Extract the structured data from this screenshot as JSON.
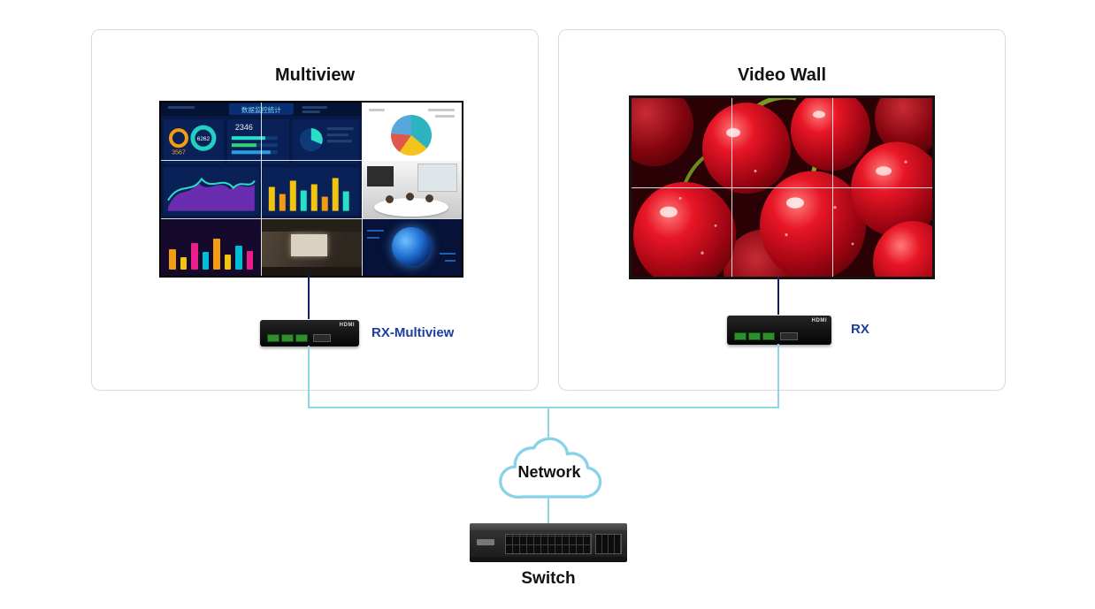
{
  "diagram": {
    "panels": {
      "multiview": {
        "title": "Multiview",
        "device_label": "RX-Multiview",
        "screen": {
          "dashboard_title": "数据监控统计",
          "stat1": "3567",
          "stat2": "6262",
          "stat3": "2346"
        }
      },
      "videowall": {
        "title": "Video Wall",
        "device_label": "RX"
      }
    },
    "network": {
      "label": "Network"
    },
    "switch_label": "Switch",
    "device_logo": "HDMI",
    "colors": {
      "label_blue": "#1c3f9f",
      "line_navy": "#101d6b",
      "line_cyan": "#8dd6ea",
      "panel_border": "#d9d9d9"
    }
  }
}
